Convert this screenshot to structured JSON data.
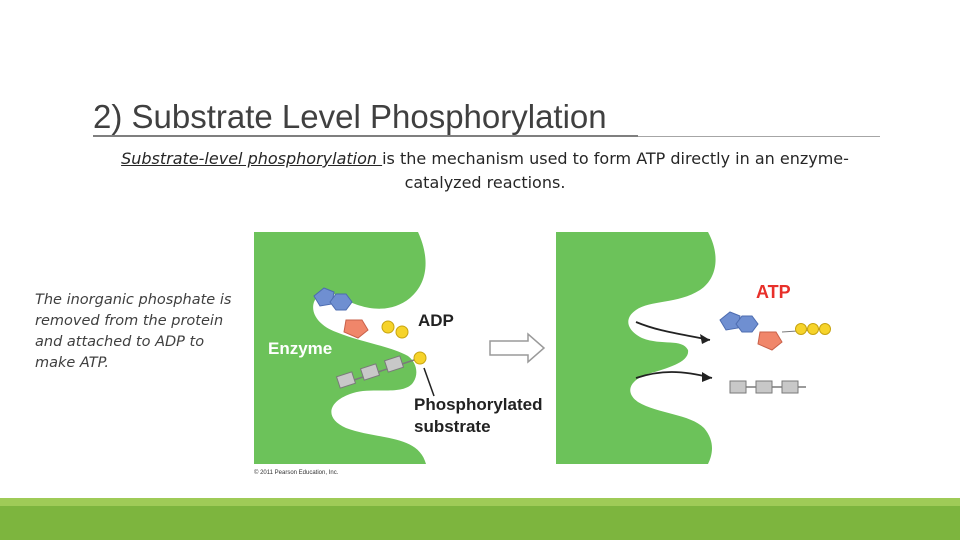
{
  "slide": {
    "title": "2) Substrate Level Phosphorylation",
    "definition": {
      "term": "Substrate-level phosphorylation ",
      "rest": "is the mechanism used to form ATP directly in an enzyme-catalyzed reactions."
    },
    "side_note": "The inorganic phosphate is removed from the protein and attached to ADP to make ATP."
  },
  "figure": {
    "labels": {
      "enzyme": "Enzyme",
      "adp": "ADP",
      "atp": "ATP",
      "substrate_line1": "Phosphorylated",
      "substrate_line2": "substrate",
      "copyright": "© 2011 Pearson Education, Inc."
    },
    "colors": {
      "enzyme_green": "#6cc25a",
      "enzyme_edge": "#4e9a3f",
      "adenine_blue": "#6f8fd1",
      "ribose_salmon": "#f0866a",
      "phosphate_yellow": "#f6d32a",
      "substrate_grey": "#c8c8c8",
      "atp_red": "#e8302a",
      "accent_bar": "#7db53e"
    }
  }
}
